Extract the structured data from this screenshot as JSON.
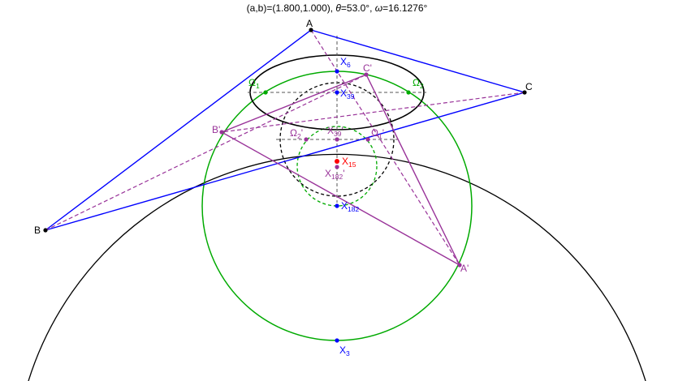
{
  "title": {
    "prefix": "(a,b)=(1.800,1.000), ",
    "theta_symbol": "θ",
    "theta_value": "=53.0°, ",
    "omega_symbol": "ω",
    "omega_value": "=16.1276°"
  },
  "colors": {
    "triangle_abc": "#0000ff",
    "triangle_prime": "#993399",
    "circumcircle": "#000000",
    "green_circle": "#00aa00",
    "ellipse": "#000000",
    "dashed_circle": "#000000",
    "x15": "#ff0000",
    "guides": "#555555"
  },
  "labels": {
    "A": "A",
    "B": "B",
    "C": "C",
    "A_prime": "A'",
    "B_prime": "B'",
    "C_prime": "C'",
    "X6_main": "X",
    "X6_sub": "6",
    "X39_main": "X",
    "X39_sub": "39",
    "X39p_main": "X",
    "X39p_sub": "39",
    "X39p_suffix": "'",
    "X15_main": "X",
    "X15_sub": "15",
    "X182p_main": "X",
    "X182p_sub": "182",
    "X182p_suffix": "'",
    "X182_main": "X",
    "X182_sub": "182",
    "X3_main": "X",
    "X3_sub": "3",
    "Omega1_main": "Ω",
    "Omega1_sub": "1",
    "Omega2_main": "Ω",
    "Omega2_sub": "2",
    "Omega1p_main": "Ω",
    "Omega1p_sub": "1",
    "Omega1p_suffix": "'",
    "Omega2p_main": "Ω",
    "Omega2p_sub": "2",
    "Omega2p_suffix": "'"
  }
}
